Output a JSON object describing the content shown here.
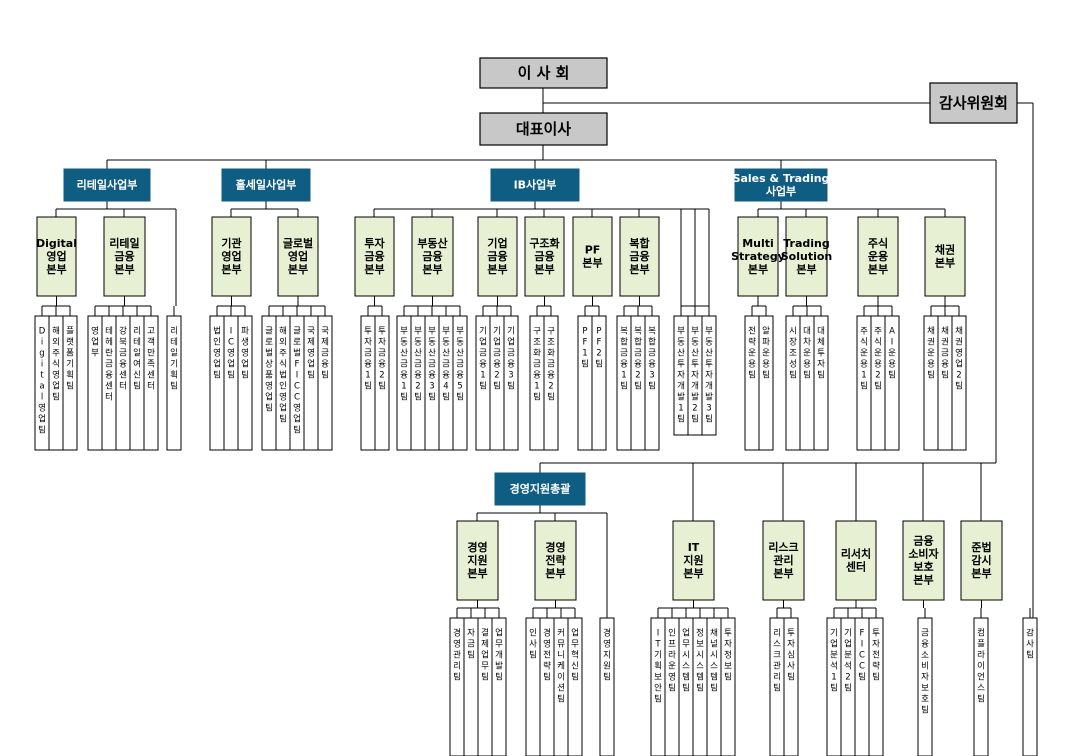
{
  "colors": {
    "division": "#0f5d82",
    "headquarters": "#e7f0d3",
    "top": "#c8c8c8",
    "team": "#ffffff",
    "line": "#000000"
  },
  "top": {
    "board": "이 사 회",
    "ceo": "대표이사",
    "audit_committee": "감사위원회"
  },
  "divisions": [
    {
      "id": "retail",
      "label": "리테일사업부"
    },
    {
      "id": "wholesale",
      "label": "홀세일사업부"
    },
    {
      "id": "ib",
      "label": "IB사업부"
    },
    {
      "id": "st",
      "label": "Sales & Trading\n사업부"
    },
    {
      "id": "support",
      "label": "경영지원총괄"
    }
  ],
  "headquarters": [
    {
      "id": "digital",
      "label": "Digital\n영업\n본부"
    },
    {
      "id": "retailfin",
      "label": "리테일\n금융\n본부"
    },
    {
      "id": "inst",
      "label": "기관\n영업\n본부"
    },
    {
      "id": "global",
      "label": "글로벌\n영업\n본부"
    },
    {
      "id": "invfin",
      "label": "투자\n금융\n본부"
    },
    {
      "id": "refin",
      "label": "부동산\n금융\n본부"
    },
    {
      "id": "corpfin",
      "label": "기업\n금융\n본부"
    },
    {
      "id": "restruct",
      "label": "구조화\n금융\n본부"
    },
    {
      "id": "pf",
      "label": "PF\n본부"
    },
    {
      "id": "complex",
      "label": "복합\n금융\n본부"
    },
    {
      "id": "multi",
      "label": "Multi\nStrategy\n본부"
    },
    {
      "id": "trading",
      "label": "Trading\nSolution\n본부"
    },
    {
      "id": "equity",
      "label": "주식\n운용\n본부"
    },
    {
      "id": "bond",
      "label": "채권\n본부"
    },
    {
      "id": "mgmt",
      "label": "경영\n지원\n본부"
    },
    {
      "id": "strategy",
      "label": "경영\n전략\n본부"
    },
    {
      "id": "it",
      "label": "IT\n지원\n본부"
    },
    {
      "id": "risk",
      "label": "리스크\n관리\n본부"
    },
    {
      "id": "research",
      "label": "리서치\n센터"
    },
    {
      "id": "consumer",
      "label": "금융\n소비자\n보호\n본부"
    },
    {
      "id": "compliance",
      "label": "준법\n감시\n본부"
    }
  ],
  "teams": [
    {
      "id": "t1",
      "label": "Digital영업팀"
    },
    {
      "id": "t2",
      "label": "해외주식영업팀"
    },
    {
      "id": "t3",
      "label": "플랫폼기획팀"
    },
    {
      "id": "t4",
      "label": "영업부"
    },
    {
      "id": "t5",
      "label": "테헤란금융센터"
    },
    {
      "id": "t6",
      "label": "강북금융센터"
    },
    {
      "id": "t7",
      "label": "리테일여신팀"
    },
    {
      "id": "t8",
      "label": "고객만족센터"
    },
    {
      "id": "t9",
      "label": "리테일기획팀"
    },
    {
      "id": "t10",
      "label": "법인영업팀"
    },
    {
      "id": "t11",
      "label": "IC영업팀"
    },
    {
      "id": "t12",
      "label": "파생영업팀"
    },
    {
      "id": "t13",
      "label": "글로벌상품영업팀"
    },
    {
      "id": "t14",
      "label": "해외주식법인영업팀"
    },
    {
      "id": "t15",
      "label": "글로벌FICC영업팀"
    },
    {
      "id": "t16",
      "label": "국제영업팀"
    },
    {
      "id": "t17",
      "label": "국제금융팀"
    },
    {
      "id": "t18",
      "label": "투자금융1팀"
    },
    {
      "id": "t19",
      "label": "투자금융2팀"
    },
    {
      "id": "t20",
      "label": "부동산금융1팀"
    },
    {
      "id": "t21",
      "label": "부동산금융2팀"
    },
    {
      "id": "t22",
      "label": "부동산금융3팀"
    },
    {
      "id": "t23",
      "label": "부동산금융4팀"
    },
    {
      "id": "t24",
      "label": "부동산금융5팀"
    },
    {
      "id": "t25",
      "label": "기업금융1팀"
    },
    {
      "id": "t26",
      "label": "기업금융2팀"
    },
    {
      "id": "t27",
      "label": "기업금융3팀"
    },
    {
      "id": "t28",
      "label": "구조화금융1팀"
    },
    {
      "id": "t29",
      "label": "구조화금융2팀"
    },
    {
      "id": "t30",
      "label": "PF1팀"
    },
    {
      "id": "t31",
      "label": "PF2팀"
    },
    {
      "id": "t32",
      "label": "복합금융1팀"
    },
    {
      "id": "t33",
      "label": "복합금융2팀"
    },
    {
      "id": "t34",
      "label": "복합금융3팀"
    },
    {
      "id": "t35",
      "label": "부동산투자개발1팀"
    },
    {
      "id": "t36",
      "label": "부동산투자개발2팀"
    },
    {
      "id": "t37",
      "label": "부동산투자개발3팀"
    },
    {
      "id": "t38",
      "label": "전략운용팀"
    },
    {
      "id": "t39",
      "label": "알파운용팀"
    },
    {
      "id": "t40",
      "label": "시장조성팀"
    },
    {
      "id": "t41",
      "label": "대차운용팀"
    },
    {
      "id": "t42",
      "label": "대체투자팀"
    },
    {
      "id": "t43",
      "label": "주식운용1팀"
    },
    {
      "id": "t44",
      "label": "주식운용2팀"
    },
    {
      "id": "t45",
      "label": "AI운용팀"
    },
    {
      "id": "t46",
      "label": "채권운용팀"
    },
    {
      "id": "t47",
      "label": "채권금융팀"
    },
    {
      "id": "t48",
      "label": "채권영업2팀"
    },
    {
      "id": "t49",
      "label": "경영관리팀"
    },
    {
      "id": "t50",
      "label": "자금팀"
    },
    {
      "id": "t51",
      "label": "결제업무팀"
    },
    {
      "id": "t52",
      "label": "업무개발팀"
    },
    {
      "id": "t53",
      "label": "인사팀"
    },
    {
      "id": "t54",
      "label": "경영전략팀"
    },
    {
      "id": "t55",
      "label": "커뮤니케이션팀"
    },
    {
      "id": "t56",
      "label": "업무혁신팀"
    },
    {
      "id": "t57",
      "label": "경영지원팀"
    },
    {
      "id": "t58",
      "label": "IT기획보안팀"
    },
    {
      "id": "t59",
      "label": "인프라운영팀"
    },
    {
      "id": "t60",
      "label": "업무시스템팀"
    },
    {
      "id": "t61",
      "label": "정보시스템팀"
    },
    {
      "id": "t62",
      "label": "채널시스템팀"
    },
    {
      "id": "t63",
      "label": "투자정보팀"
    },
    {
      "id": "t64",
      "label": "리스크관리팀"
    },
    {
      "id": "t65",
      "label": "투자심사팀"
    },
    {
      "id": "t66",
      "label": "기업분석1팀"
    },
    {
      "id": "t67",
      "label": "기업분석2팀"
    },
    {
      "id": "t68",
      "label": "FICC팀"
    },
    {
      "id": "t69",
      "label": "투자전략팀"
    },
    {
      "id": "t70",
      "label": "금융소비자보호팀"
    },
    {
      "id": "t71",
      "label": "컴플라이언스팀"
    },
    {
      "id": "t72",
      "label": "감사팀"
    }
  ]
}
